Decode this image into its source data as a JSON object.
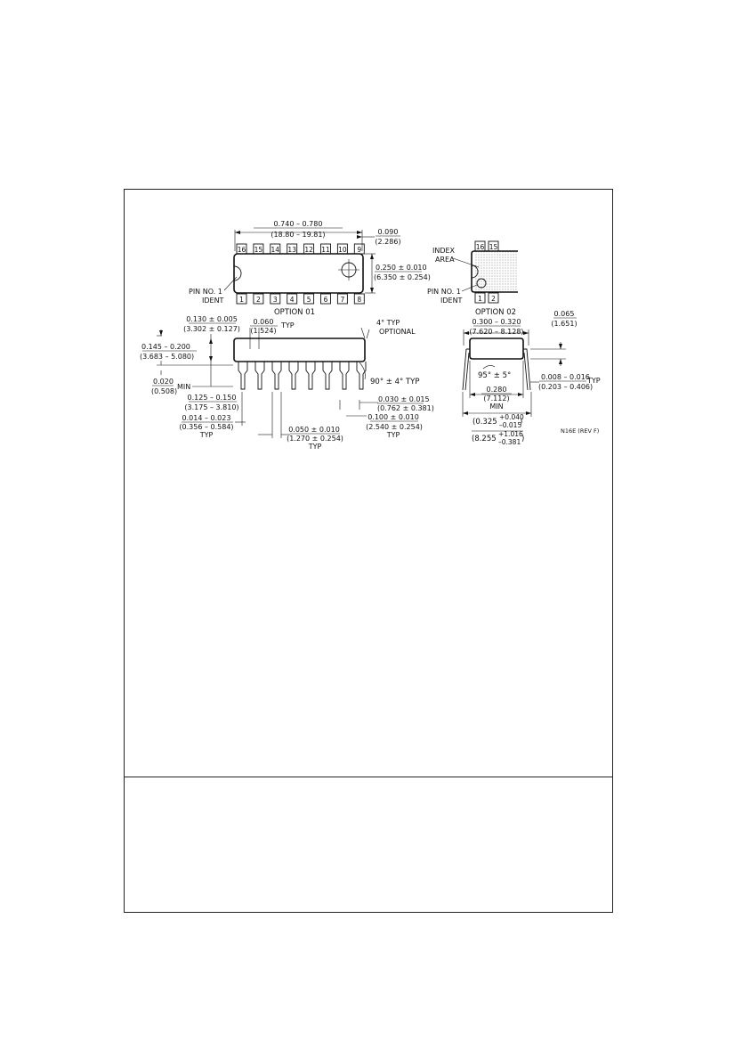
{
  "option01": {
    "caption": "OPTION 01",
    "pins_top": [
      "16",
      "15",
      "14",
      "13",
      "12",
      "11",
      "10",
      "9"
    ],
    "pins_bottom": [
      "1",
      "2",
      "3",
      "4",
      "5",
      "6",
      "7",
      "8"
    ],
    "pin1_label_1": "PIN NO. 1",
    "pin1_label_2": "IDENT",
    "length_in": "0.740 – 0.780",
    "length_mm": "(18.80 – 19.81)",
    "end_in": "0.090",
    "end_mm": "(2.286)",
    "width_in": "0.250 ± 0.010",
    "width_mm": "(6.350 ± 0.254)"
  },
  "option02": {
    "caption": "OPTION 02",
    "pins_top": [
      "16",
      "15"
    ],
    "pins_bottom": [
      "1",
      "2"
    ],
    "index_1": "INDEX",
    "index_2": "AREA",
    "pin1_label_1": "PIN NO. 1",
    "pin1_label_2": "IDENT"
  },
  "side": {
    "shoulder_in": "0.130 ± 0.005",
    "shoulder_mm": "(3.302 ± 0.127)",
    "pitch_top_in": "0.060",
    "pitch_top_mm": "(1.524)",
    "pitch_top_typ": "TYP",
    "angle_top": "4° TYP",
    "angle_top_opt": "OPTIONAL",
    "height_in": "0.145 – 0.200",
    "height_mm": "(3.683 – 5.080)",
    "seat_in": "0.020",
    "seat_mm": "(0.508)",
    "seat_min": "MIN",
    "angle_lead": "90° ± 4° TYP",
    "lead_len_in": "0.125 – 0.150",
    "lead_len_mm": "(3.175 – 3.810)",
    "tip_in": "0.030 ± 0.015",
    "tip_mm": "(0.762 ± 0.381)",
    "lead_w_in": "0.014 – 0.023",
    "lead_w_mm": "(0.356 – 0.584)",
    "lead_w_typ": "TYP",
    "spacing_in": "0.100 ± 0.010",
    "spacing_mm": "(2.540 ± 0.254)",
    "spacing_typ": "TYP",
    "shoulder_w_in": "0.050 ± 0.010",
    "shoulder_w_mm": "(1.270 ± 0.254)",
    "shoulder_w_typ": "TYP"
  },
  "end": {
    "row_in": "0.300 – 0.320",
    "row_mm": "(7.620 – 8.128)",
    "dim065_in": "0.065",
    "dim065_mm": "(1.651)",
    "angle": "95° ± 5°",
    "thick_in": "0.008 – 0.016",
    "thick_mm": "(0.203 – 0.406)",
    "thick_typ": "TYP",
    "min_in": "0.280",
    "min_mm": "(7.112)",
    "min_label": "MIN",
    "spread_in_base": "(0.325",
    "spread_in_plus": "+0.040",
    "spread_in_minus": "–0.015",
    "spread_mm_base": "(8.255",
    "spread_mm_plus": "+1.016",
    "spread_mm_minus": "–0.381",
    "spread_close": ")"
  },
  "drawing_number": "N16E (REV F)"
}
